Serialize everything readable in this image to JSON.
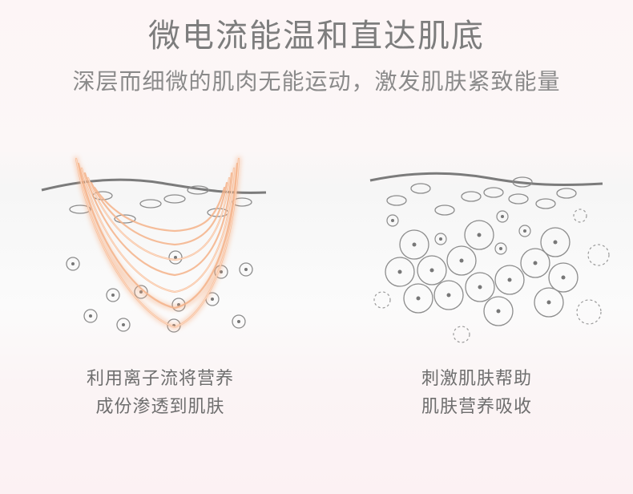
{
  "heading": {
    "title": "微电流能温和直达肌底",
    "subtitle": "深层而细微的肌肉无能运动，激发肌肤紧致能量"
  },
  "left_panel": {
    "caption_line1": "利用离子流将营养",
    "caption_line2": "成份渗透到肌肤"
  },
  "right_panel": {
    "caption_line1": "刺激肌肤帮助",
    "caption_line2": "肌肤营养吸收"
  },
  "colors": {
    "skin_line": "#7b7b7b",
    "cell_stroke": "#8c8c8c",
    "current_glow": "#f6a878",
    "current_core": "#ffd8bf"
  }
}
